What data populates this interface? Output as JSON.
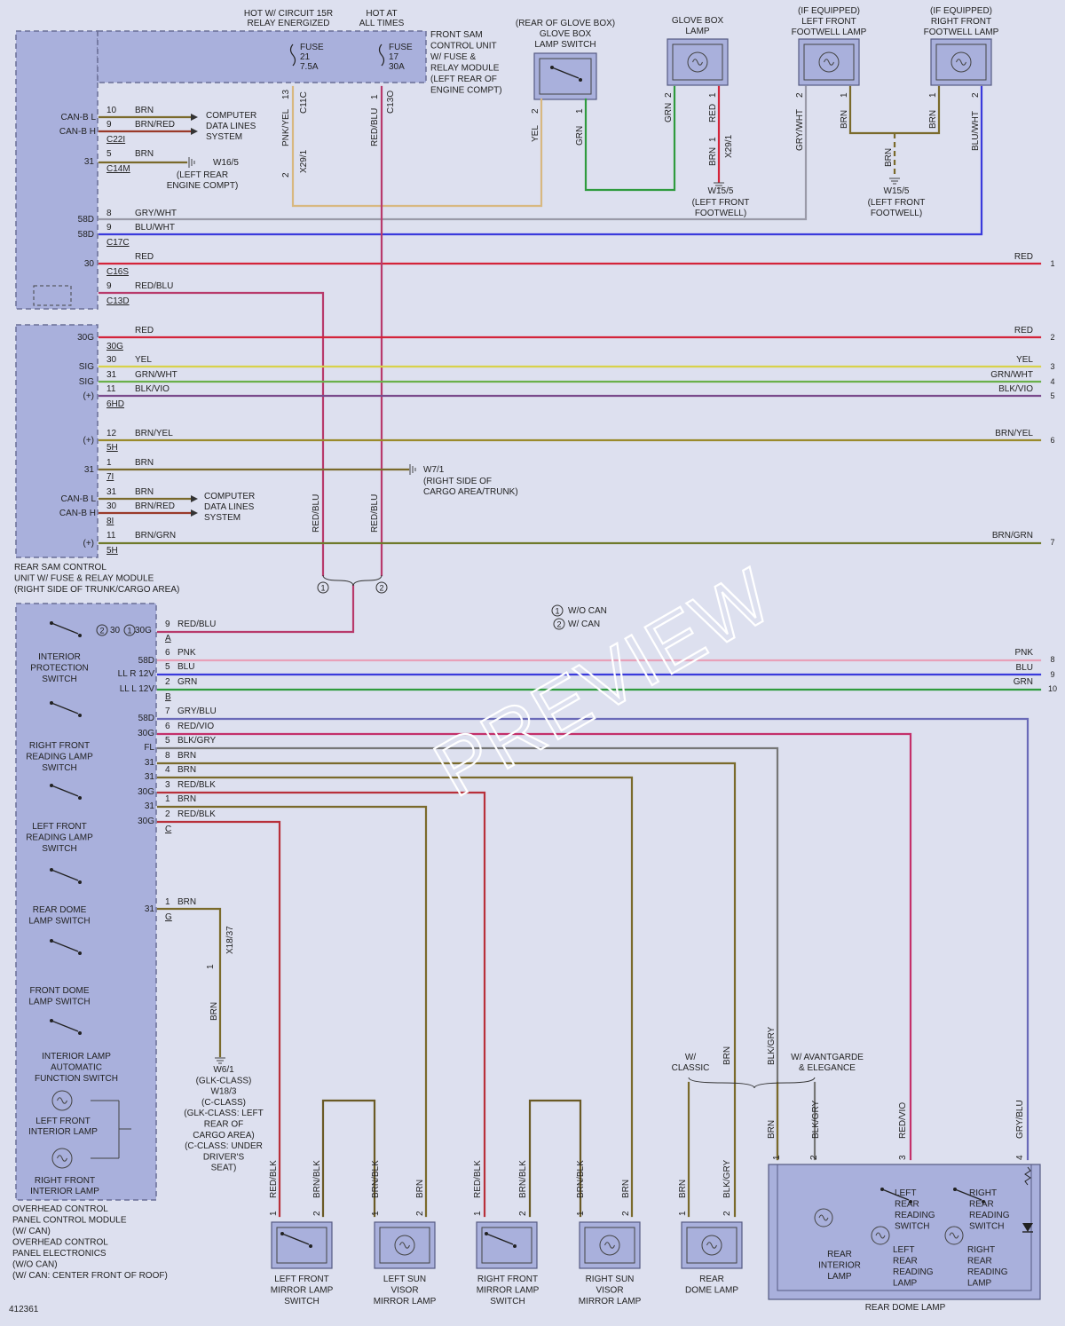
{
  "colors": {
    "BRN": "#7a6a2b",
    "RED": "#d4243a",
    "REDBLU": "#b83a6b",
    "YEL": "#d8d24a",
    "GRN": "#2f9b3e",
    "GRY": "#9a9aa8",
    "BLU": "#3a3adc",
    "BLKVIO": "#7a4a8c",
    "BRNYEL": "#9a8a2b",
    "BRNGRN": "#6f7a2b",
    "PNK": "#e8a0b8",
    "PNKYEL": "#d8b880",
    "GRNWHT": "#6ab04a",
    "REDVIO": "#c4306a",
    "BLKGRY": "#777777",
    "REDBLK": "#b8303a",
    "BRNBLK": "#6a5a25",
    "GRYBLU": "#6a6ab8",
    "BRNRED": "#9a3a2a"
  },
  "header": {
    "hot_15r": "HOT W/ CIRCUIT 15R",
    "relay_energized": "RELAY ENERGIZED",
    "hot_at": "HOT AT",
    "all_times": "ALL TIMES"
  },
  "front_sam": {
    "lines": [
      "FRONT SAM",
      "CONTROL UNIT",
      "W/ FUSE &",
      "RELAY MODULE",
      "(LEFT REAR OF",
      "ENGINE COMPT)"
    ],
    "fuse21": [
      "FUSE",
      "21",
      "7.5A"
    ],
    "fuse17": [
      "FUSE",
      "17",
      "30A"
    ],
    "conn_c11c": "C11C",
    "conn_c13o": "C13O",
    "pin13": "13",
    "pin1": "1",
    "canbl": "CAN-B L",
    "canbh": "CAN-B H",
    "p31": "31",
    "p58d": "58D",
    "p58d2": "58D",
    "p30": "30",
    "pin10": "10",
    "pin9a": "9",
    "pin5": "5",
    "pin8": "8",
    "pin9b": "9",
    "pin9c": "9",
    "c22i": "C22I",
    "c14m": "C14M",
    "c17c": "C17C",
    "c16s": "C16S",
    "c13d": "C13D",
    "brn": "BRN",
    "brnred": "BRN/RED",
    "brn2": "BRN",
    "computer": [
      "COMPUTER",
      "DATA LINES",
      "SYSTEM"
    ],
    "w165": "W16/5",
    "w165_loc": [
      "(LEFT REAR",
      "ENGINE COMPT)"
    ],
    "grywht": "GRY/WHT",
    "bluwht": "BLU/WHT",
    "red": "RED",
    "redblu": "RED/BLU",
    "pnkyel": "PNK/YEL",
    "redblu_v": "RED/BLU",
    "x29_1": "X29/1",
    "pin2": "2"
  },
  "glove": {
    "switch_lines": [
      "(REAR OF GLOVE BOX)",
      "GLOVE BOX",
      "LAMP SWITCH"
    ],
    "lamp_lines": [
      "GLOVE BOX",
      "LAMP"
    ],
    "yel": "YEL",
    "grn": "GRN",
    "grn2": "GRN",
    "red": "RED",
    "brn": "BRN",
    "x29_1": "X29/1",
    "w155": "W15/5",
    "w155_loc": [
      "(LEFT FRONT",
      "FOOTWELL)"
    ],
    "p2a": "2",
    "p1a": "1",
    "p2b": "2",
    "p1b": "1",
    "p1c": "1"
  },
  "footwell": {
    "left_lines": [
      "(IF EQUIPPED)",
      "LEFT FRONT",
      "FOOTWELL LAMP"
    ],
    "right_lines": [
      "(IF EQUIPPED)",
      "RIGHT FRONT",
      "FOOTWELL LAMP"
    ],
    "grywht": "GRY/WHT",
    "brn": "BRN",
    "brn2": "BRN",
    "brn3": "BRN",
    "bluwht": "BLU/WHT",
    "w155": "W15/5",
    "w155_loc": [
      "(LEFT FRONT",
      "FOOTWELL)"
    ],
    "p2a": "2",
    "p1a": "1",
    "p1b": "1",
    "p2b": "2"
  },
  "rear_sam": {
    "lines": [
      "REAR SAM CONTROL",
      "UNIT W/ FUSE & RELAY MODULE",
      "(RIGHT SIDE OF TRUNK/CARGO AREA)"
    ],
    "p30g": "30G",
    "sig1": "SIG",
    "sig2": "SIG",
    "plus1": "(+)",
    "plus2": "(+)",
    "p31": "31",
    "canbl": "CAN-B L",
    "canbh": "CAN-B H",
    "plus3": "(+)",
    "c30g": "30G",
    "c6hd": "6HD",
    "c5h": "5H",
    "c7i": "7I",
    "c8i": "8I",
    "c5h2": "5H",
    "n30": "30",
    "n31": "31",
    "n11": "11",
    "n12": "12",
    "n1": "1",
    "n31b": "31",
    "n30b": "30",
    "n11b": "11",
    "red": "RED",
    "yel": "YEL",
    "grnwht": "GRN/WHT",
    "blkvio": "BLK/VIO",
    "brnyel": "BRN/YEL",
    "brn": "BRN",
    "brn2": "BRN",
    "brnred": "BRN/RED",
    "brngrn": "BRN/GRN",
    "computer": [
      "COMPUTER",
      "DATA LINES",
      "SYSTEM"
    ],
    "w71": "W7/1",
    "w71_loc": [
      "(RIGHT SIDE OF",
      "CARGO AREA/TRUNK)"
    ],
    "redblu_v1": "RED/BLU",
    "redblu_v2": "RED/BLU",
    "c1": "1",
    "c2": "2"
  },
  "right_labels": {
    "red1": "RED",
    "red2": "RED",
    "yel": "YEL",
    "grnwht": "GRN/WHT",
    "blkvio": "BLK/VIO",
    "brnyel": "BRN/YEL",
    "brngrn": "BRN/GRN",
    "pnk": "PNK",
    "blu": "BLU",
    "grn": "GRN",
    "n1": "1",
    "n2": "2",
    "n3": "3",
    "n4": "4",
    "n5": "5",
    "n6": "6",
    "n7": "7",
    "n8": "8",
    "n9": "9",
    "n10": "10"
  },
  "legend": {
    "wo_can": "W/O CAN",
    "w_can": "W/ CAN",
    "c1": "1",
    "c2": "2"
  },
  "overhead": {
    "switches": [
      [
        "INTERIOR",
        "PROTECTION",
        "SWITCH"
      ],
      [
        "RIGHT FRONT",
        "READING LAMP",
        "SWITCH"
      ],
      [
        "LEFT FRONT",
        "READING LAMP",
        "SWITCH"
      ],
      [
        "REAR DOME",
        "LAMP SWITCH"
      ],
      [
        "FRONT DOME",
        "LAMP SWITCH"
      ],
      [
        "INTERIOR LAMP",
        "AUTOMATIC",
        "FUNCTION SWITCH"
      ]
    ],
    "lfi_lamp": [
      "LEFT FRONT",
      "INTERIOR LAMP"
    ],
    "rfi_lamp": [
      "RIGHT FRONT",
      "INTERIOR LAMP"
    ],
    "module_lines": [
      "OVERHEAD CONTROL",
      "PANEL CONTROL MODULE",
      "(W/ CAN)",
      "OVERHEAD CONTROL",
      "PANEL ELECTRONICS",
      "(W/O CAN)",
      "(W/ CAN: CENTER FRONT OF ROOF)"
    ],
    "top_pins": [
      "2",
      "30",
      "1",
      "30G"
    ],
    "pin_labels": [
      "58D",
      "LL R 12V",
      "LL L 12V",
      "58D",
      "30G",
      "FL",
      "31",
      "31",
      "30G",
      "31",
      "30G",
      "31"
    ],
    "pin_nums": [
      "9",
      "6",
      "5",
      "2",
      "7",
      "6",
      "5",
      "8",
      "4",
      "3",
      "1",
      "2",
      "1"
    ],
    "conn_letters": [
      "A",
      "B",
      "C",
      "G"
    ],
    "wire_labels": [
      "RED/BLU",
      "PNK",
      "BLU",
      "GRN",
      "GRY/BLU",
      "RED/VIO",
      "BLK/GRY",
      "BRN",
      "BRN",
      "RED/BLK",
      "BRN",
      "RED/BLK",
      "BRN"
    ],
    "x18": "X18/37",
    "brn_v": "BRN",
    "g_pin1": "1",
    "w61": [
      "W6/1",
      "(GLK-CLASS)",
      "W18/3",
      "(C-CLASS)",
      "(GLK-CLASS: LEFT",
      "REAR OF",
      "CARGO AREA)",
      "(C-CLASS: UNDER",
      "DRIVER'S",
      "SEAT)"
    ]
  },
  "mirrors": {
    "lfm": [
      "LEFT FRONT",
      "MIRROR LAMP",
      "SWITCH"
    ],
    "lsv": [
      "LEFT SUN",
      "VISOR",
      "MIRROR LAMP"
    ],
    "rfm": [
      "RIGHT FRONT",
      "MIRROR LAMP",
      "SWITCH"
    ],
    "rsv": [
      "RIGHT SUN",
      "VISOR",
      "MIRROR LAMP"
    ],
    "rdl": [
      "REAR",
      "DOME LAMP"
    ],
    "w_labels": [
      "RED/BLK",
      "BRN/BLK",
      "BRN/BLK",
      "BRN",
      "RED/BLK",
      "BRN/BLK",
      "BRN/BLK",
      "BRN",
      "BRN",
      "BLK/GRY"
    ],
    "pins": [
      "1",
      "2",
      "1",
      "2",
      "1",
      "2",
      "1",
      "2",
      "1",
      "2"
    ]
  },
  "rear_dome": {
    "title": "REAR DOME LAMP",
    "w_classic": [
      "W/",
      "CLASSIC"
    ],
    "w_avant": [
      "W/ AVANTGARDE",
      "& ELEGANCE"
    ],
    "brn": "BRN",
    "blkgry": "BLK/GRY",
    "brn2": "BRN",
    "blkgry2": "BLK/GRY",
    "redvio": "RED/VIO",
    "grybu": "GRY/BLU",
    "pins": [
      "1",
      "2",
      "3",
      "4"
    ],
    "ril": [
      "REAR",
      "INTERIOR",
      "LAMP"
    ],
    "lrrs": [
      "LEFT",
      "REAR",
      "READING",
      "SWITCH"
    ],
    "rrrs": [
      "RIGHT",
      "REAR",
      "READING",
      "SWITCH"
    ],
    "lrrl": [
      "LEFT",
      "REAR",
      "READING",
      "LAMP"
    ],
    "rrrl": [
      "RIGHT",
      "REAR",
      "READING",
      "LAMP"
    ]
  },
  "footer": {
    "code": "412361",
    "watermark": "PREVIEW"
  }
}
